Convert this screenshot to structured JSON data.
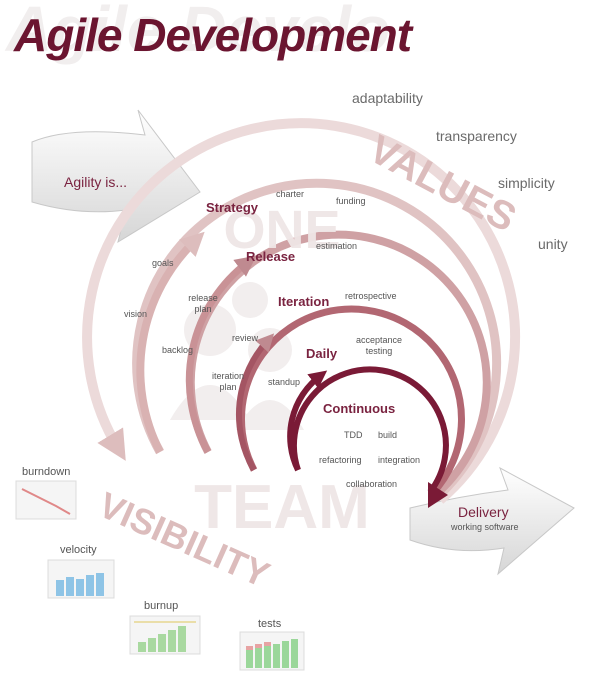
{
  "title": "Agile Development",
  "title_ghost": "Agile Develo",
  "intro_arrow": "Agility is...",
  "values": {
    "heading": "VALUES",
    "words": [
      "adaptability",
      "transparency",
      "simplicity",
      "unity"
    ]
  },
  "visibility": {
    "heading": "VISIBILITY"
  },
  "center_watermark": {
    "top": "ONE",
    "bottom": "TEAM"
  },
  "stages": {
    "strategy": "Strategy",
    "release": "Release",
    "iteration": "Iteration",
    "daily": "Daily",
    "continuous": "Continuous"
  },
  "activities": {
    "charter": "charter",
    "funding": "funding",
    "goals": "goals",
    "vision": "vision",
    "estimation": "estimation",
    "release_plan": "release plan",
    "backlog": "backlog",
    "retrospective": "retrospective",
    "review": "review",
    "iteration_plan": "iteration plan",
    "acceptance_testing": "acceptance testing",
    "standup": "standup",
    "tdd": "TDD",
    "build": "build",
    "refactoring": "refactoring",
    "integration": "integration",
    "collaboration": "collaboration"
  },
  "delivery": {
    "title": "Delivery",
    "subtitle": "working software"
  },
  "metrics": [
    "burndown",
    "velocity",
    "burnup",
    "tests"
  ],
  "colors": {
    "brand": "#6b1530",
    "arc_light": "#e3c9c9",
    "arc_mid": "#c99a9e",
    "arc_dark": "#7a1a36",
    "velocity_bars": "#8ec4e6",
    "burnup_bars": "#a9d9a0",
    "tests_bars": "#9bd79a",
    "tests_red": "#e7a3a3"
  }
}
